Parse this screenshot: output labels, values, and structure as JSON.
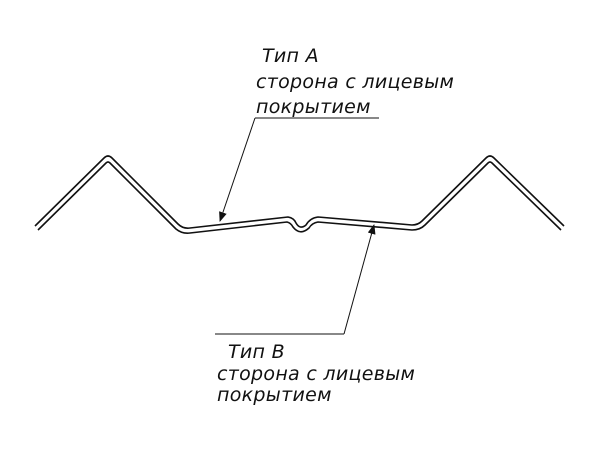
{
  "callouts": {
    "type_a": {
      "title": "Тип А",
      "line1": "сторона с лицевым",
      "line2": "покрытием"
    },
    "type_b": {
      "title": "Тип В",
      "line1": "сторона с лицевым",
      "line2": "покрытием"
    }
  },
  "colors": {
    "stroke": "#111111",
    "background": "#ffffff"
  }
}
